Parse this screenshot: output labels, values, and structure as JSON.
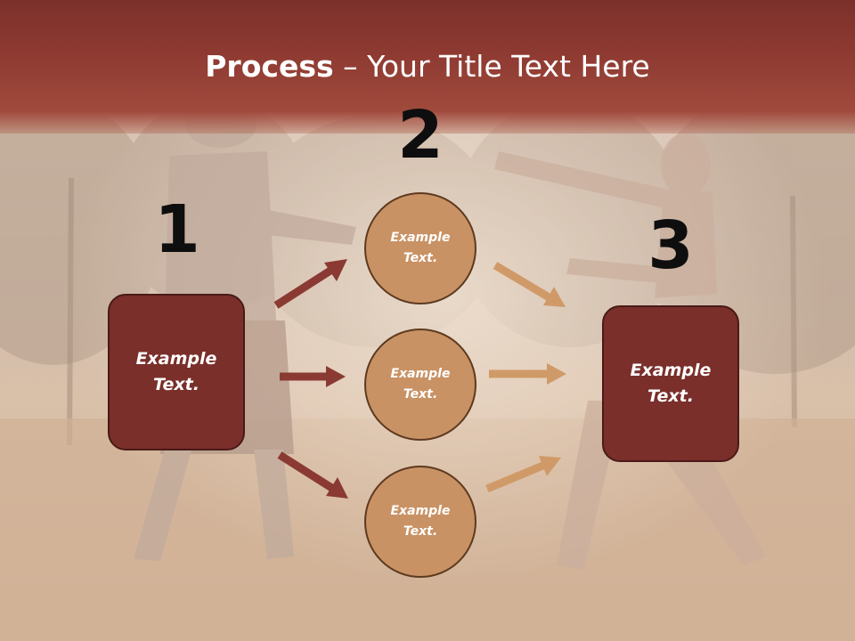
{
  "title": {
    "bold_part": "Process",
    "rest_part": " – Your Title Text Here"
  },
  "steps": {
    "step_1": {
      "number": "1",
      "text": "Example Text."
    },
    "step_2": {
      "number": "2",
      "items": [
        {
          "text": "Example Text."
        },
        {
          "text": "Example Text."
        },
        {
          "text": "Example Text."
        }
      ]
    },
    "step_3": {
      "number": "3",
      "text": "Example Text."
    }
  },
  "colors": {
    "title_bar": "#8e3a32",
    "box_fill": "#7a2f2a",
    "circle_fill": "#c99264",
    "arrow_dark": "#8a3a33",
    "arrow_light": "#d09a68"
  }
}
